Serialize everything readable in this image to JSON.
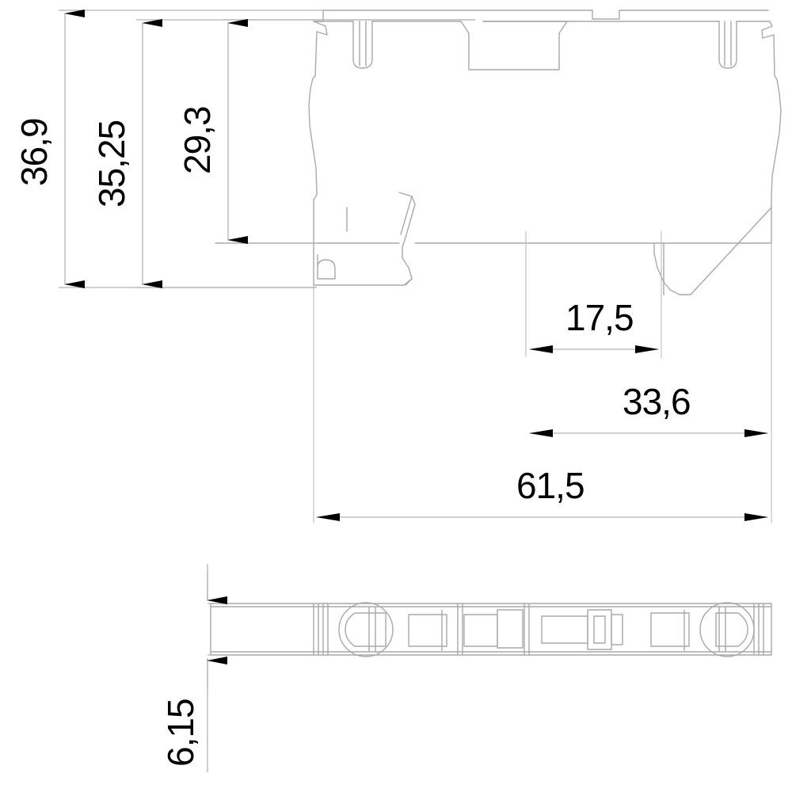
{
  "drawing": {
    "title": "DIN rail terminal block dimensional drawing",
    "units": "mm",
    "decimal_separator": ",",
    "line_color": "#a9a9a9",
    "dimension_line_color": "#b4b4b4",
    "arrow_color": "#000000",
    "text_color": "#000000",
    "background": "#ffffff"
  },
  "views": {
    "side": {
      "name": "side-elevation-view",
      "label": ""
    },
    "bottom": {
      "name": "bottom-plan-view",
      "label": ""
    }
  },
  "dimensions": {
    "vertical": [
      {
        "id": "dim-36-9",
        "value": "36,9",
        "orientation": "vertical",
        "view": "side"
      },
      {
        "id": "dim-35-25",
        "value": "35,25",
        "orientation": "vertical",
        "view": "side"
      },
      {
        "id": "dim-29-3",
        "value": "29,3",
        "orientation": "vertical",
        "view": "side"
      },
      {
        "id": "dim-6-15",
        "value": "6,15",
        "orientation": "vertical",
        "view": "bottom"
      }
    ],
    "horizontal": [
      {
        "id": "dim-17-5",
        "value": "17,5",
        "orientation": "horizontal",
        "view": "side"
      },
      {
        "id": "dim-33-6",
        "value": "33,6",
        "orientation": "horizontal",
        "view": "side"
      },
      {
        "id": "dim-61-5",
        "value": "61,5",
        "orientation": "horizontal",
        "view": "side"
      }
    ]
  },
  "labels": {
    "d_36_9": "36,9",
    "d_35_25": "35,25",
    "d_29_3": "29,3",
    "d_17_5": "17,5",
    "d_33_6": "33,6",
    "d_61_5": "61,5",
    "d_6_15": "6,15"
  }
}
